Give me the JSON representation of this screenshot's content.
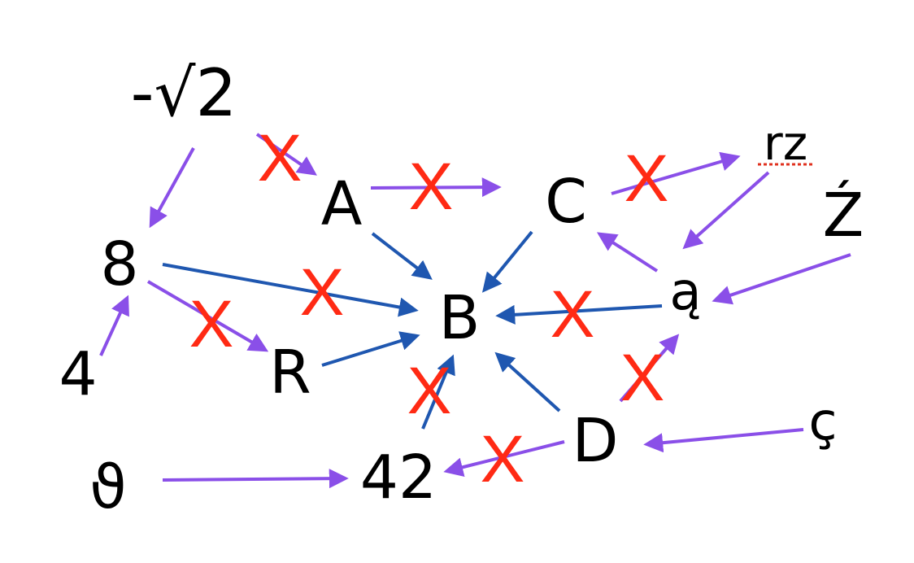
{
  "colors": {
    "purple_edge": "#8a4fe8",
    "blue_edge": "#1f57b0",
    "cross_mark": "#ff2a14",
    "spelling_underline": "#e0301e",
    "text": "#000000",
    "background": "#ffffff"
  },
  "nodes": {
    "neg_sqrt2": "-√2",
    "A": "A",
    "C": "C",
    "rz": "rz",
    "z_acute": "Ź",
    "eight": "8",
    "B": "B",
    "a_ogonek": "ą",
    "four": "4",
    "R": "R",
    "D": "D",
    "c_cedilla": "ç",
    "glyph": "ϑ",
    "forty_two": "42"
  },
  "cross_mark_glyph": "X"
}
